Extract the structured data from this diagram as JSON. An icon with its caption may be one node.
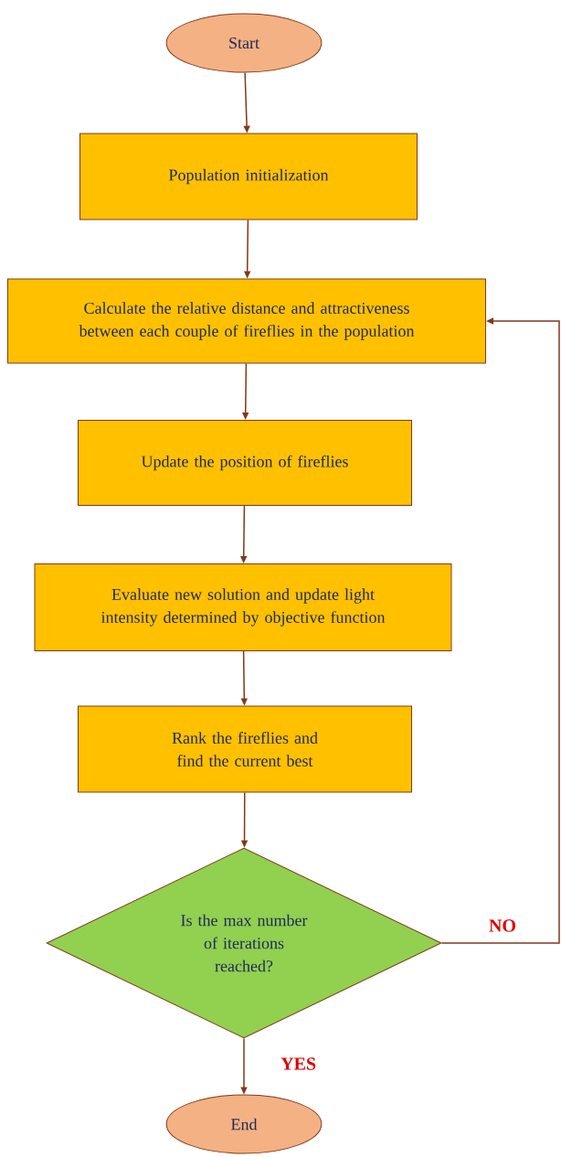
{
  "diagram": {
    "nodes": [
      {
        "text": [
          "Start"
        ]
      },
      {
        "text": [
          "Population initialization"
        ]
      },
      {
        "text": [
          "Calculate the relative distance and attractiveness between each couple of fireflies in the population"
        ]
      },
      {
        "text": [
          "Update the position of fireflies"
        ]
      },
      {
        "text": [
          "Evaluate new solution and update light intensity determined by objective function"
        ]
      },
      {
        "text": [
          "Rank the fireflies and find the current best"
        ]
      },
      {
        "text": [
          "Is the max number of iterations reached?"
        ]
      },
      {
        "text": [
          "End"
        ]
      }
    ],
    "edges": [
      {
        "from": 0,
        "to": 1,
        "arrow": "to"
      },
      {
        "from": 1,
        "to": 2,
        "arrow": "to"
      },
      {
        "from": 2,
        "to": 3,
        "arrow": "to"
      },
      {
        "from": 3,
        "to": 4,
        "arrow": "to"
      },
      {
        "from": 4,
        "to": 5,
        "arrow": "to"
      },
      {
        "from": 5,
        "to": 6,
        "arrow": "to"
      },
      {
        "from": 6,
        "to": 7,
        "arrow": "to",
        "label": "YES"
      },
      {
        "from": 6,
        "to": 2,
        "arrow": "to",
        "label": "NO"
      }
    ]
  }
}
